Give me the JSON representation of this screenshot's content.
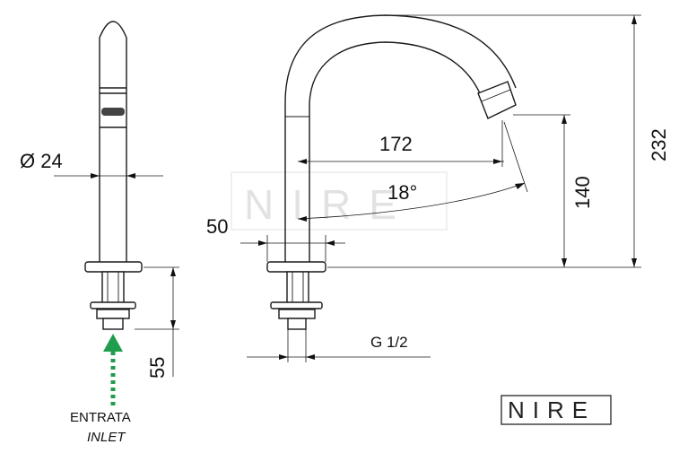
{
  "brand": {
    "logo_text": "NIRE",
    "watermark_text": "NIRE"
  },
  "dimensions": {
    "diameter": "Ø 24",
    "reach": "172",
    "spout_height": "140",
    "total_height": "232",
    "angle": "18°",
    "thickness": "50",
    "shank_length": "55",
    "thread": "G 1/2"
  },
  "inlet": {
    "label_it": "ENTRATA",
    "label_en": "INLET",
    "arrow_color": "#1f9d4c"
  },
  "colors": {
    "line": "#1a1a1a",
    "watermark": "#e2e2e2"
  }
}
